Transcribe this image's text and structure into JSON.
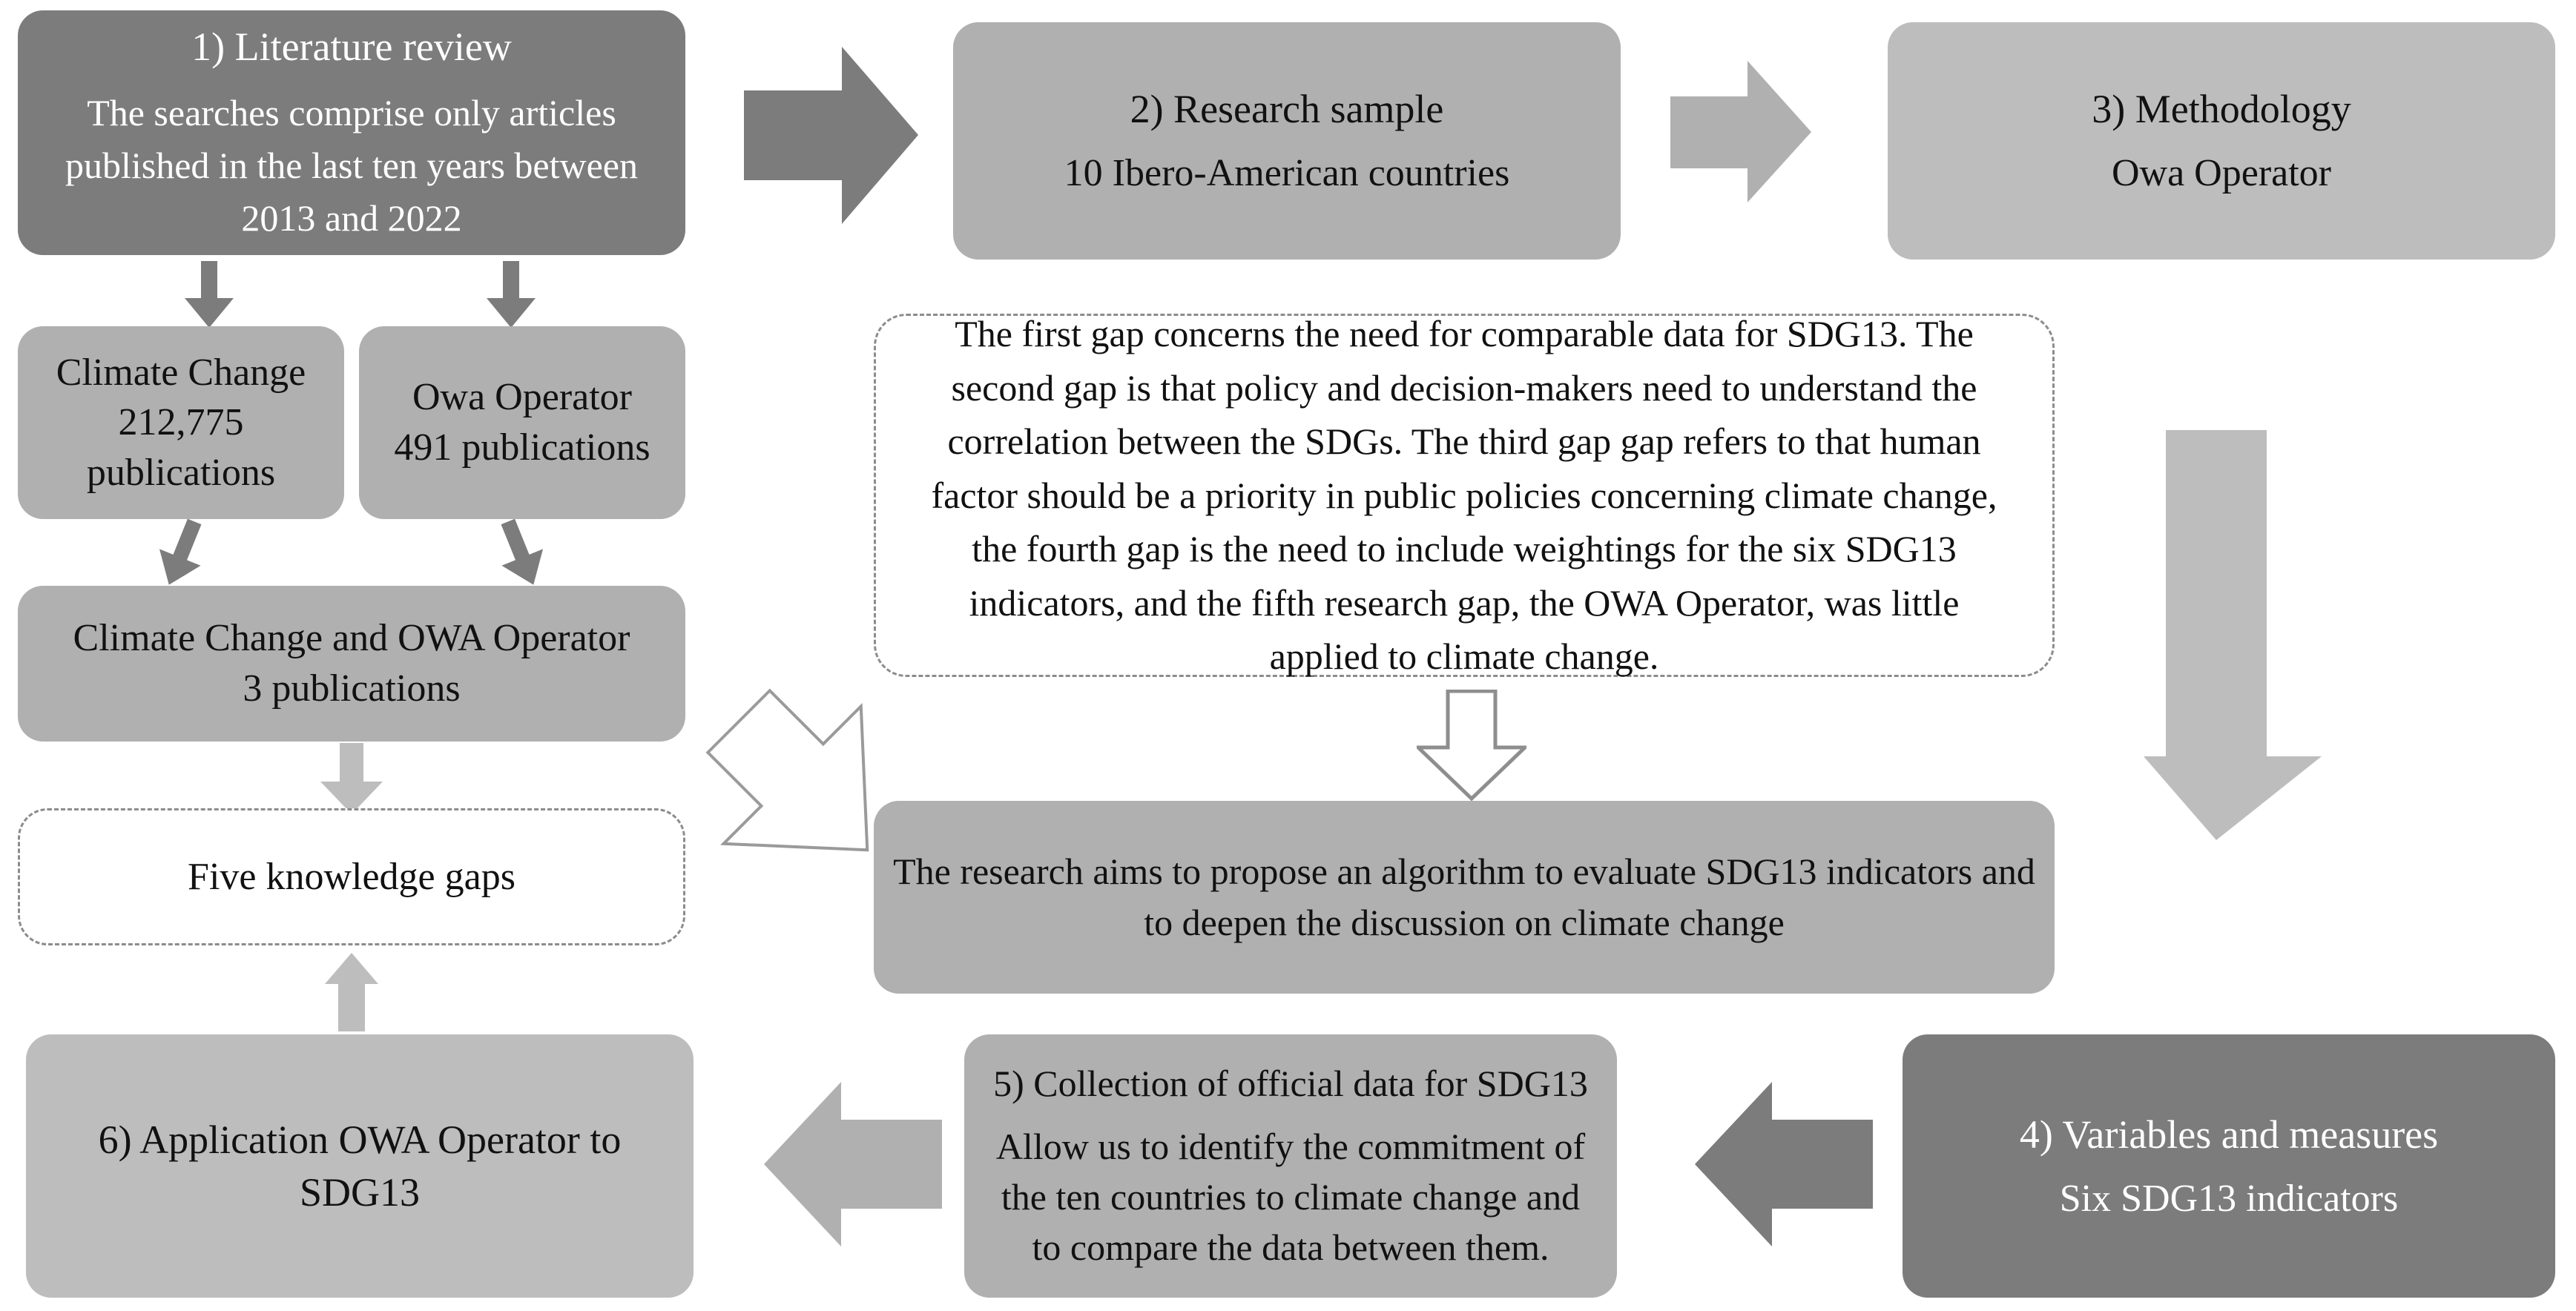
{
  "diagram": {
    "title": "Research methodology flowchart",
    "colors": {
      "dark_gray": "#7c7c7c",
      "medium_gray": "#b0b0b0",
      "light_gray": "#bdbdbd",
      "dashed_border": "#8c8c8c",
      "hollow_arrow_outline": "#9a9a9a",
      "text_light": "#ffffff",
      "text_dark": "#111111",
      "background": "#ffffff"
    }
  },
  "nodes": {
    "literature_review": {
      "heading": "1) Literature review",
      "body": "The searches comprise only articles published in the last ten years between 2013 and 2022"
    },
    "climate_change_pubs": {
      "line1": "Climate Change",
      "line2": "212,775",
      "line3": "publications"
    },
    "owa_operator_pubs": {
      "line1": "Owa Operator",
      "line2": "491 publications"
    },
    "combined_pubs": {
      "line1": "Climate Change and OWA Operator",
      "line2": "3 publications"
    },
    "five_gaps": {
      "label": "Five knowledge gaps"
    },
    "research_sample": {
      "heading": "2) Research sample",
      "body": "10 Ibero-American countries"
    },
    "methodology": {
      "heading": "3) Methodology",
      "body": "Owa Operator"
    },
    "gaps_detail": {
      "body": "The first gap concerns the need for comparable data for SDG13. The second gap is that policy and decision-makers need to understand the correlation between the SDGs. The third gap gap refers to that human factor should be a priority in public policies concerning climate change, the fourth gap is the need to include weightings for the six SDG13 indicators, and the fifth research gap, the OWA Operator, was little applied to climate change."
    },
    "research_aim": {
      "body": "The research aims to propose an algorithm to evaluate SDG13 indicators and to deepen the discussion on climate change"
    },
    "variables_measures": {
      "heading": "4) Variables and measures",
      "body": "Six SDG13 indicators"
    },
    "data_collection": {
      "heading": "5) Collection of official data for SDG13",
      "body": "Allow us to identify the commitment of the ten countries to climate change and to compare the data between them."
    },
    "application_owa": {
      "label": "6) Application OWA Operator to SDG13"
    }
  },
  "connectors": [
    {
      "name": "literature-to-climate-change",
      "style": "solid",
      "color": "#7c7c7c",
      "direction": "down"
    },
    {
      "name": "literature-to-owa-operator",
      "style": "solid",
      "color": "#7c7c7c",
      "direction": "down"
    },
    {
      "name": "climate-change-to-combined",
      "style": "solid",
      "color": "#7c7c7c",
      "direction": "down-right"
    },
    {
      "name": "owa-operator-to-combined",
      "style": "solid",
      "color": "#7c7c7c",
      "direction": "down-left"
    },
    {
      "name": "combined-to-five-gaps",
      "style": "solid",
      "color": "#bdbdbd",
      "direction": "down"
    },
    {
      "name": "literature-to-research-sample",
      "style": "solid",
      "color": "#7c7c7c",
      "direction": "right"
    },
    {
      "name": "research-sample-to-methodology",
      "style": "solid",
      "color": "#b0b0b0",
      "direction": "right"
    },
    {
      "name": "methodology-to-variables",
      "style": "solid",
      "color": "#bdbdbd",
      "direction": "down"
    },
    {
      "name": "five-gaps-to-gaps-detail",
      "style": "hollow",
      "color": "#9a9a9a",
      "direction": "up-right"
    },
    {
      "name": "gaps-detail-to-research-aim",
      "style": "hollow",
      "color": "#9a9a9a",
      "direction": "down"
    },
    {
      "name": "variables-to-data-collection",
      "style": "solid",
      "color": "#7c7c7c",
      "direction": "left"
    },
    {
      "name": "data-collection-to-application",
      "style": "solid",
      "color": "#b0b0b0",
      "direction": "left"
    },
    {
      "name": "application-to-five-gaps",
      "style": "solid",
      "color": "#bdbdbd",
      "direction": "up"
    }
  ]
}
